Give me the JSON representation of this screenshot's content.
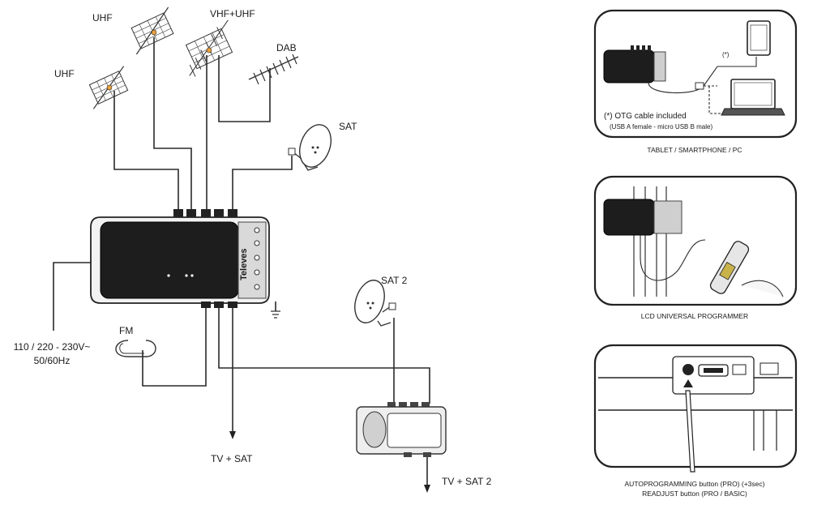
{
  "antennas": {
    "uhf_top": "UHF",
    "vhf_uhf": "VHF+UHF",
    "dab": "DAB",
    "uhf_left": "UHF",
    "sat": "SAT",
    "sat2": "SAT 2",
    "fm": "FM"
  },
  "amplifier": {
    "brand": "Televes"
  },
  "power": {
    "line1": "110 / 220 - 230V~",
    "line2": "50/60Hz"
  },
  "outputs": {
    "main": "TV + SAT",
    "second": "TV + SAT 2"
  },
  "panels": {
    "tablet": {
      "note_line1": "(*) OTG cable included",
      "note_line2": "(USB A female - micro USB B male)",
      "asterisk": "(*)",
      "caption": "TABLET / SMARTPHONE / PC"
    },
    "programmer": {
      "caption": "LCD UNIVERSAL PROGRAMMER"
    },
    "button": {
      "caption_line1": "AUTOPROGRAMMING button (PRO) (+3sec)",
      "caption_line2": "READJUST button (PRO / BASIC)"
    }
  }
}
